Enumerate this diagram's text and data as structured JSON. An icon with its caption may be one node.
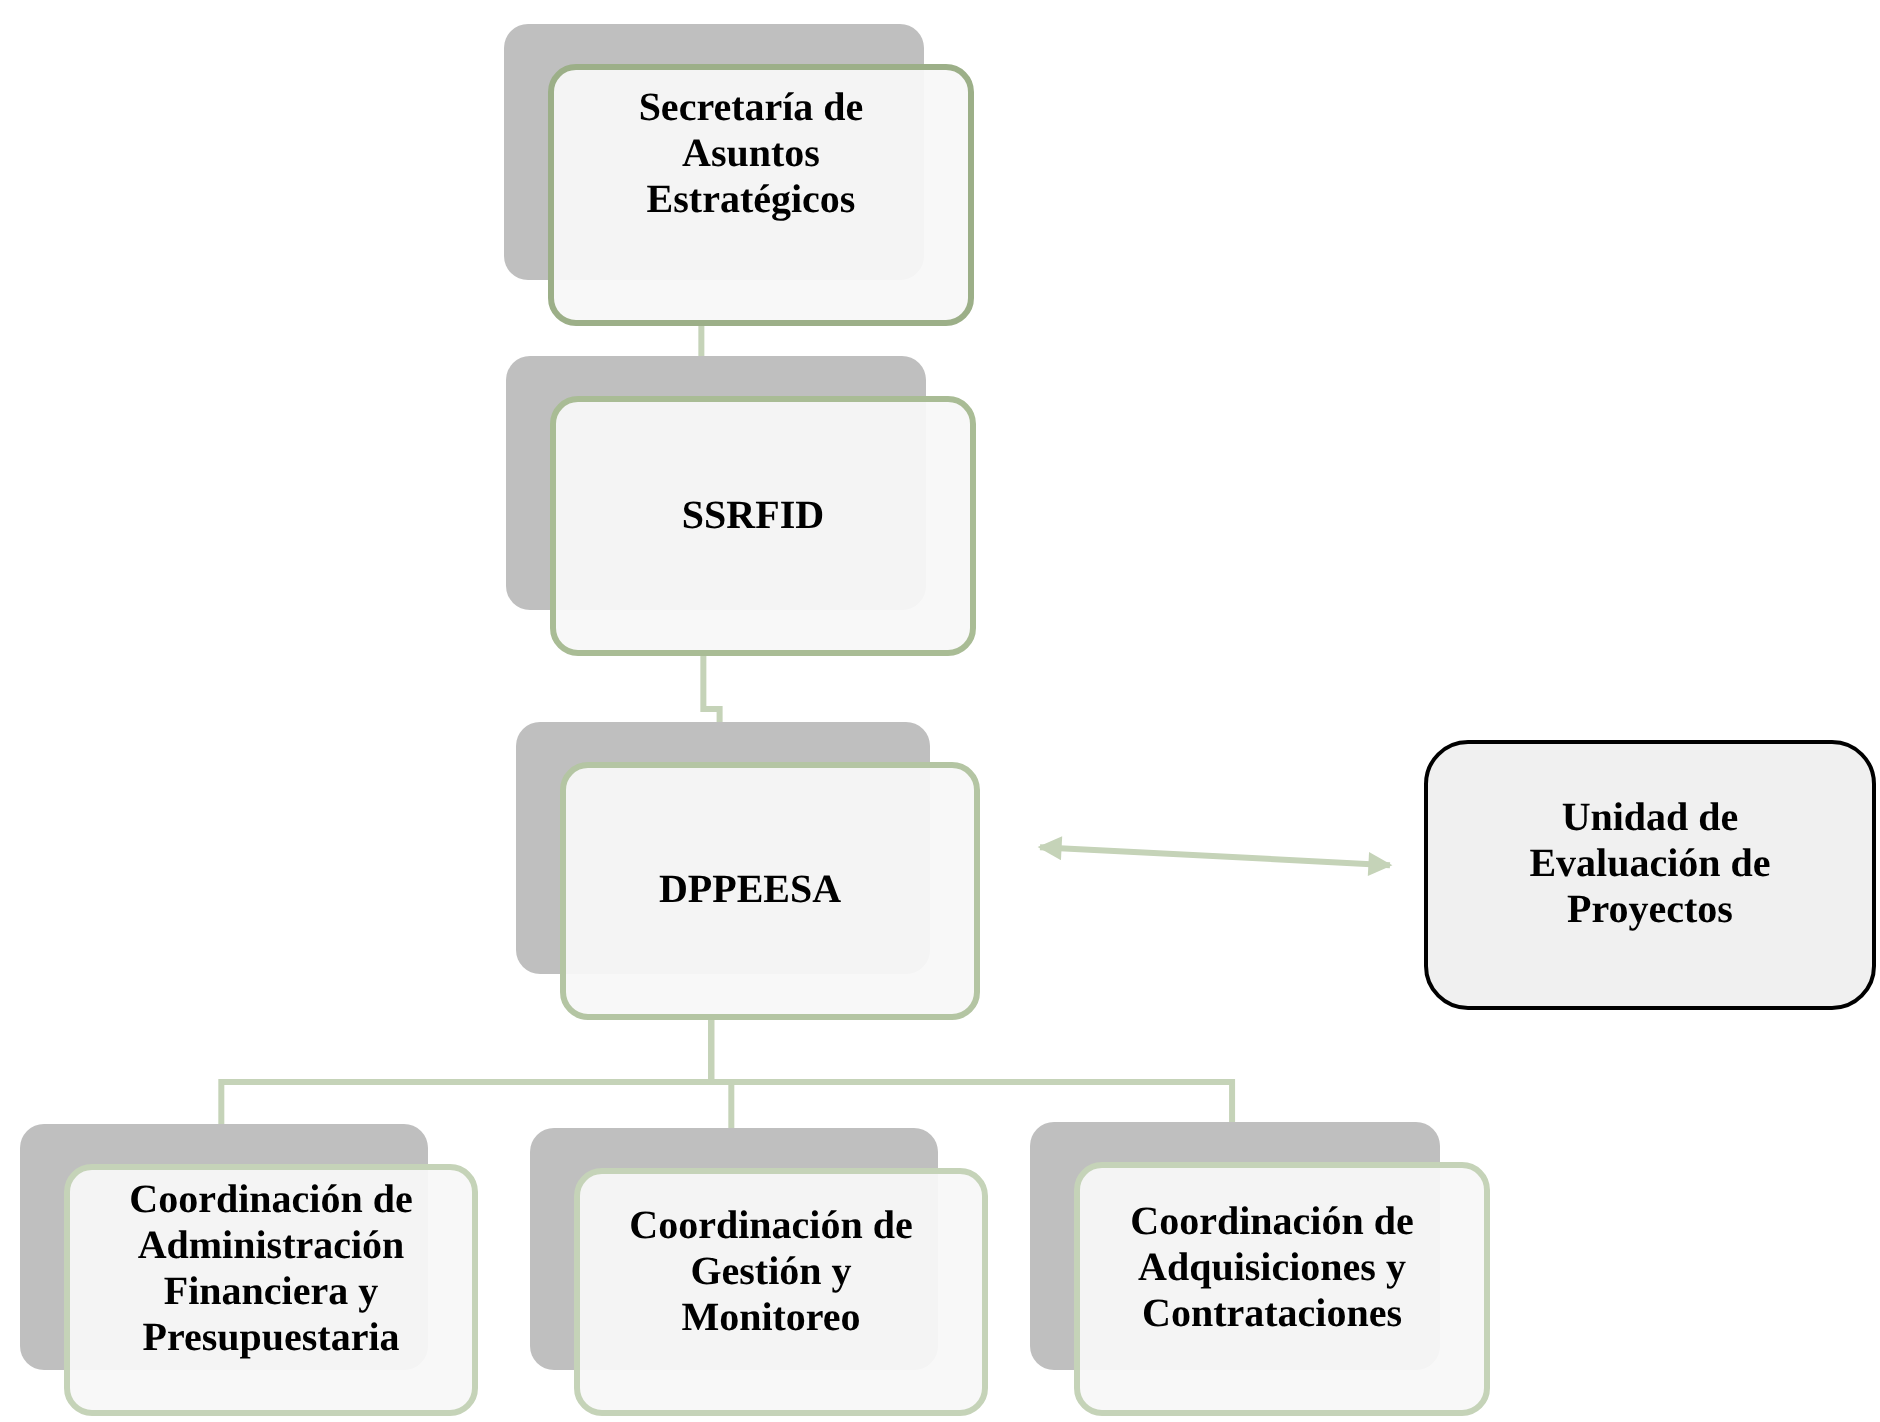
{
  "diagram": {
    "nodes": [
      {
        "text": [
          "Secretaría de Asuntos Estratégicos"
        ]
      },
      {
        "text": [
          "SSRFID"
        ]
      },
      {
        "text": [
          "DPPEESA"
        ]
      },
      {
        "text": [
          "Unidad de Evaluación de Proyectos"
        ]
      },
      {
        "text": [
          "Coordinación de Administración Financiera y Presupuestaria"
        ]
      },
      {
        "text": [
          "Coordinación de Gestión y Monitoreo"
        ]
      },
      {
        "text": [
          "Coordinación de Adquisiciones y Contrataciones"
        ]
      }
    ],
    "edges": [
      {
        "from": 0,
        "to": 1,
        "arrow": "none"
      },
      {
        "from": 1,
        "to": 2,
        "arrow": "none"
      },
      {
        "from": 2,
        "to": 3,
        "arrow": "both"
      },
      {
        "from": 2,
        "to": 4,
        "arrow": "none"
      },
      {
        "from": 2,
        "to": 5,
        "arrow": "none"
      },
      {
        "from": 2,
        "to": 6,
        "arrow": "none"
      }
    ]
  }
}
